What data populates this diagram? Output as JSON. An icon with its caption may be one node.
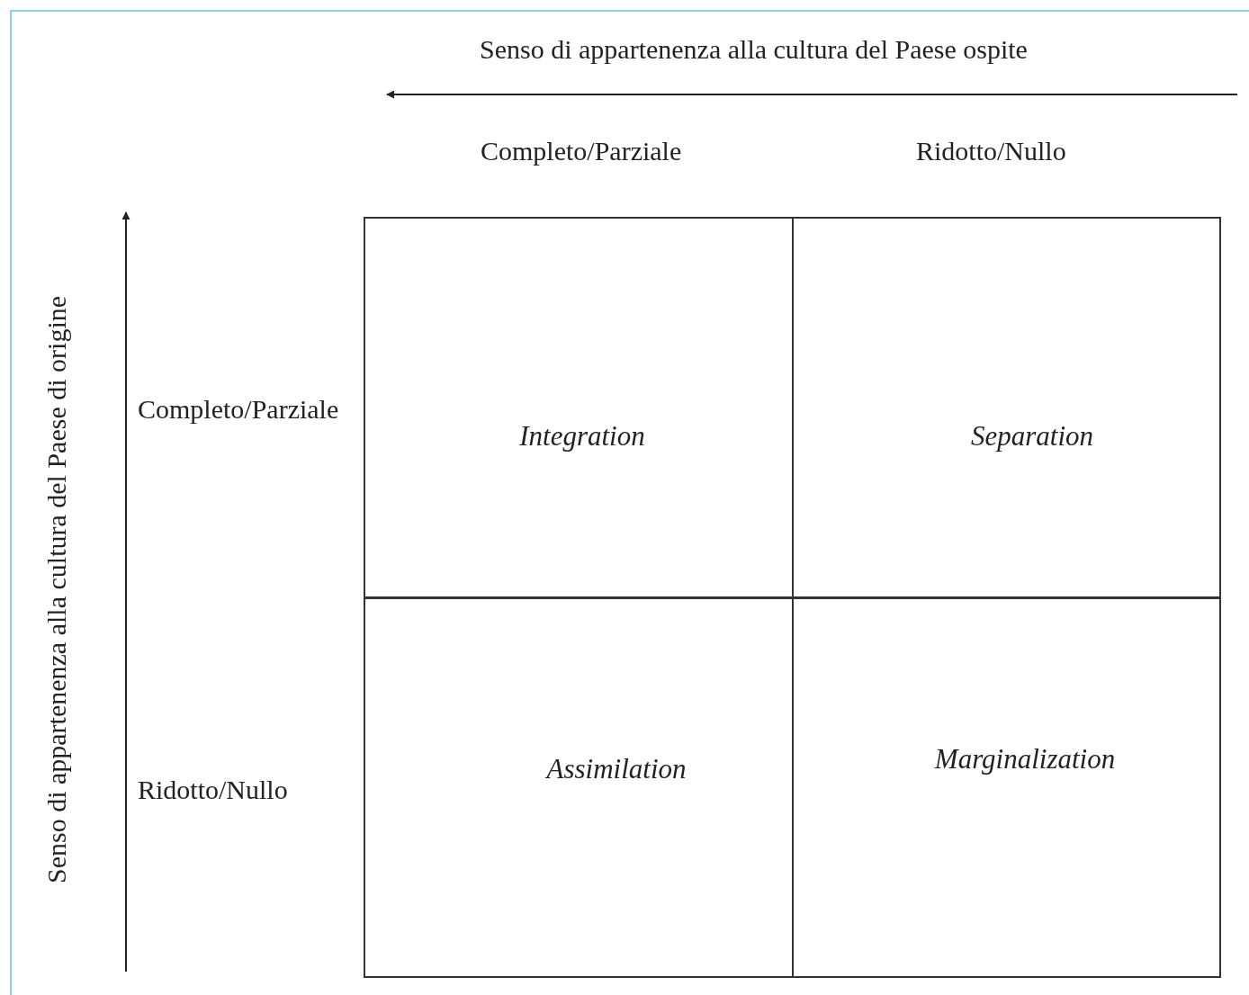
{
  "diagram": {
    "nodes": [
      {
        "text": [
          "Integration"
        ]
      },
      {
        "text": [
          "Separation"
        ]
      },
      {
        "text": [
          "Assimilation"
        ]
      },
      {
        "text": [
          "Marginalization"
        ]
      }
    ],
    "labels": [
      "Senso di appartenenza alla cultura del Paese ospite",
      "Completo/Parziale",
      "Ridotto/Nullo",
      "Senso di appartenenza alla cultura del Paese di origine",
      "Completo/Parziale",
      "Ridotto/Nullo"
    ]
  }
}
